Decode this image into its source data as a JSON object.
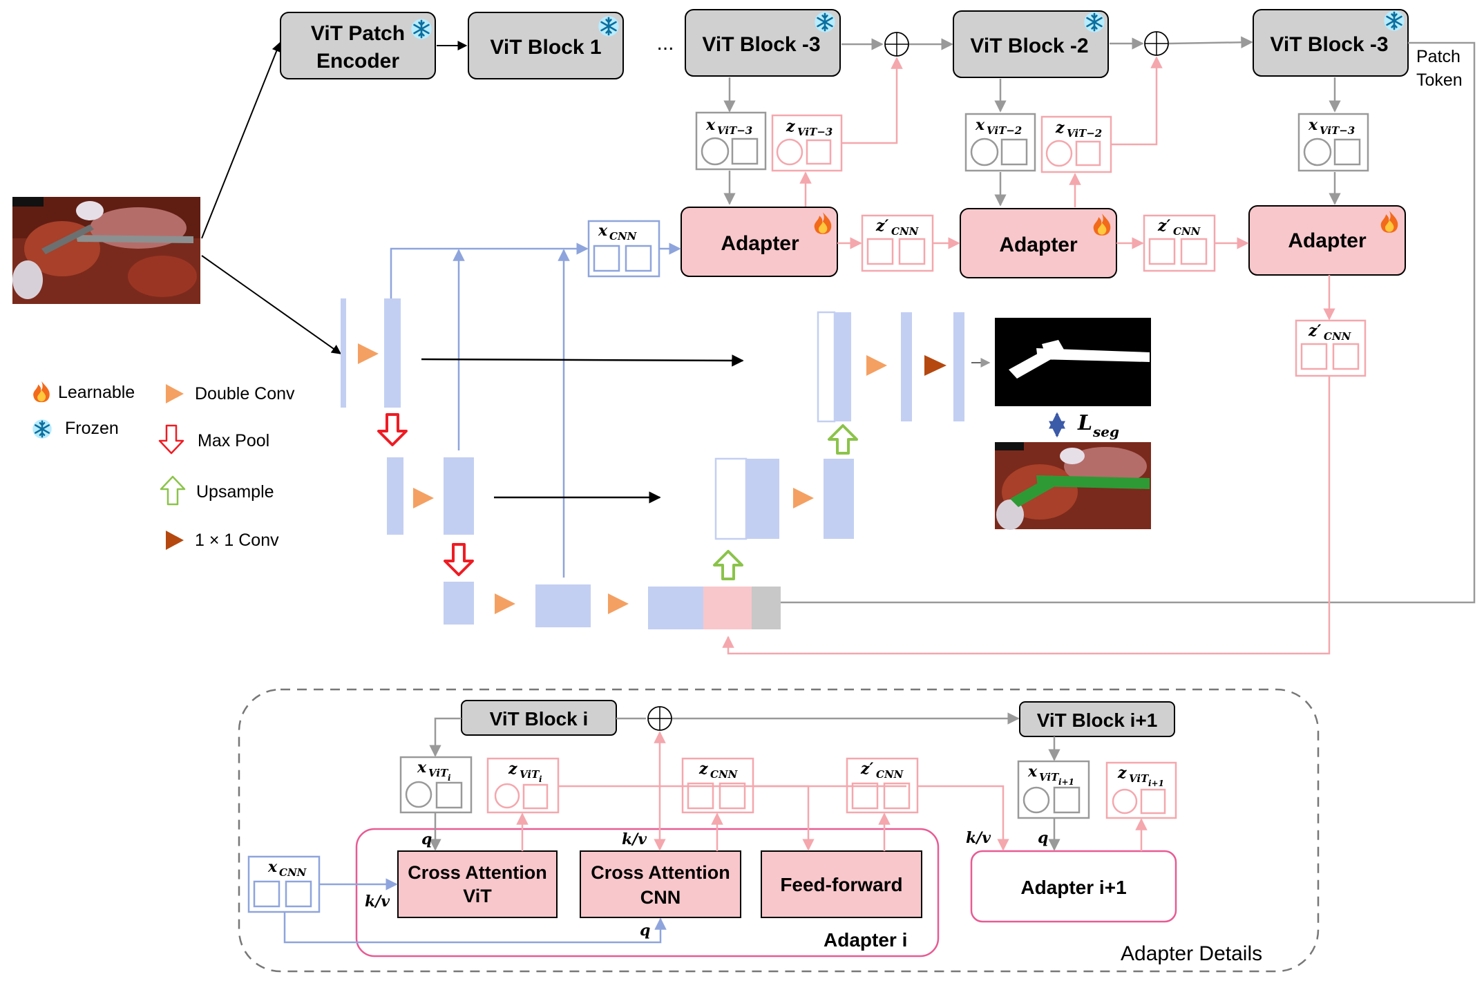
{
  "vit": {
    "patch_encoder_l1": "ViT Patch",
    "patch_encoder_l2": "Encoder",
    "block_1": "ViT Block 1",
    "ellipsis": "...",
    "block_m3": "ViT Block -3",
    "block_m2": "ViT Block -2",
    "block_last": "ViT Block -3",
    "patch_token_l1": "Patch",
    "patch_token_l2": "Token"
  },
  "adapter": {
    "label": "Adapter"
  },
  "tokens": {
    "x": "x",
    "z": "z",
    "zp": "z′",
    "vit_m3": "ViT−3",
    "vit_m2": "ViT−2",
    "cnn": "CNN"
  },
  "legend": {
    "learnable": "Learnable",
    "frozen": "Frozen",
    "double_conv": "Double Conv",
    "max_pool": "Max Pool",
    "upsample": "Upsample",
    "conv1x1": "1 × 1 Conv"
  },
  "loss": {
    "symbol": "L",
    "subscript": "seg"
  },
  "details": {
    "frame_label": "Adapter Details",
    "vit_block_i": "ViT Block i",
    "vit_block_i1": "ViT Block i+1",
    "sub_vit_i": "ViT",
    "sub_i": "i",
    "sub_vit_i1": "ViT",
    "sub_i1": "i+1",
    "sub_cnn": "CNN",
    "q": "q",
    "kv": "k/v",
    "cross_vit_l1": "Cross Attention",
    "cross_vit_l2": "ViT",
    "cross_cnn_l1": "Cross Attention",
    "cross_cnn_l2": "CNN",
    "feed_forward": "Feed-forward",
    "adapter_i": "Adapter i",
    "adapter_i1": "Adapter i+1"
  },
  "colors": {
    "gray_block": "#d0d0d0",
    "pink_fill": "#f8c7cb",
    "pink_line": "#f4a7ad",
    "blue_fill": "#c3cff2",
    "blue_line": "#8ea4dc",
    "orange": "#f4a062",
    "red": "#ee1c24",
    "green": "#8bc34a",
    "brown": "#b5480f",
    "adapter_frame": "#e85b93",
    "seg_green": "#2e9a35"
  },
  "icons": {
    "frozen": "snowflake-icon",
    "learnable": "flame-icon"
  }
}
